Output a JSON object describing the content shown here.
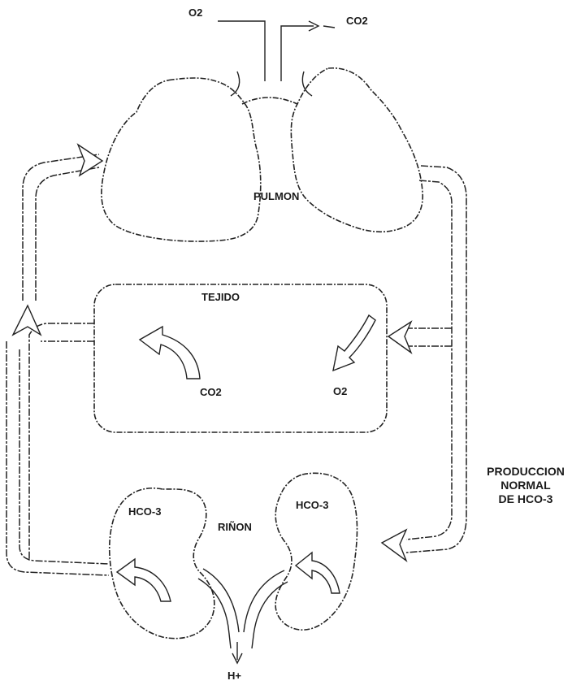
{
  "labels": {
    "o2_in": "O2",
    "co2_out": "CO2",
    "pulmon": "PULMON",
    "tejido": "TEJIDO",
    "tejido_co2": "CO2",
    "tejido_o2": "O2",
    "rinon": "RIÑON",
    "hco3_left": "HCO-3",
    "hco3_right": "HCO-3",
    "h_plus": "H+"
  },
  "side_note": {
    "line1": "PRODUCCION",
    "line2": "NORMAL",
    "line3": "DE HCO-3"
  }
}
